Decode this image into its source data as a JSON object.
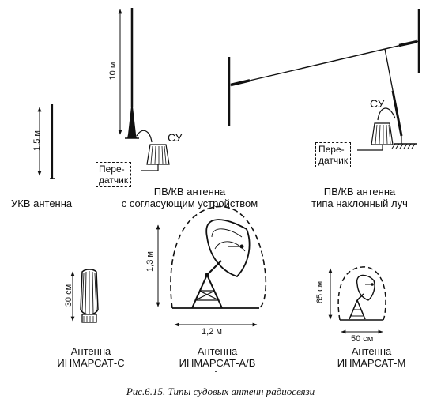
{
  "labels": {
    "ukv_caption": "УКВ антенна",
    "pvkv_caption_line1": "ПВ/КВ антенна",
    "pvkv_caption_line2": "с согласующим устройством",
    "inclined_caption_line1": "ПВ/КВ антенна",
    "inclined_caption_line2": "типа наклонный луч",
    "inmarsat_c_line1": "Антенна",
    "inmarsat_c_line2": "ИНМАРСАТ-С",
    "inmarsat_ab_line1": "Антенна",
    "inmarsat_ab_line2": "ИНМАРСАТ-А/В",
    "inmarsat_m_line1": "Антенна",
    "inmarsat_m_line2": "ИНМАРСАТ-М"
  },
  "dimensions": {
    "ukv_height": "1,5 м",
    "pvkv_height": "10 м",
    "inmarsat_c_height": "30 см",
    "inmarsat_ab_height": "1,3 м",
    "inmarsat_ab_width": "1,2 м",
    "inmarsat_m_height": "65 см",
    "inmarsat_m_width": "50 см"
  },
  "components": {
    "tuner_label_1": "СУ",
    "tuner_label_2": "СУ",
    "transmitter_1_line1": "Пере-",
    "transmitter_1_line2": "датчик",
    "transmitter_2_line1": "Пере-",
    "transmitter_2_line2": "датчик"
  },
  "figure_caption": "Рис.6.15. Типы судовых антенн радиосвязи"
}
